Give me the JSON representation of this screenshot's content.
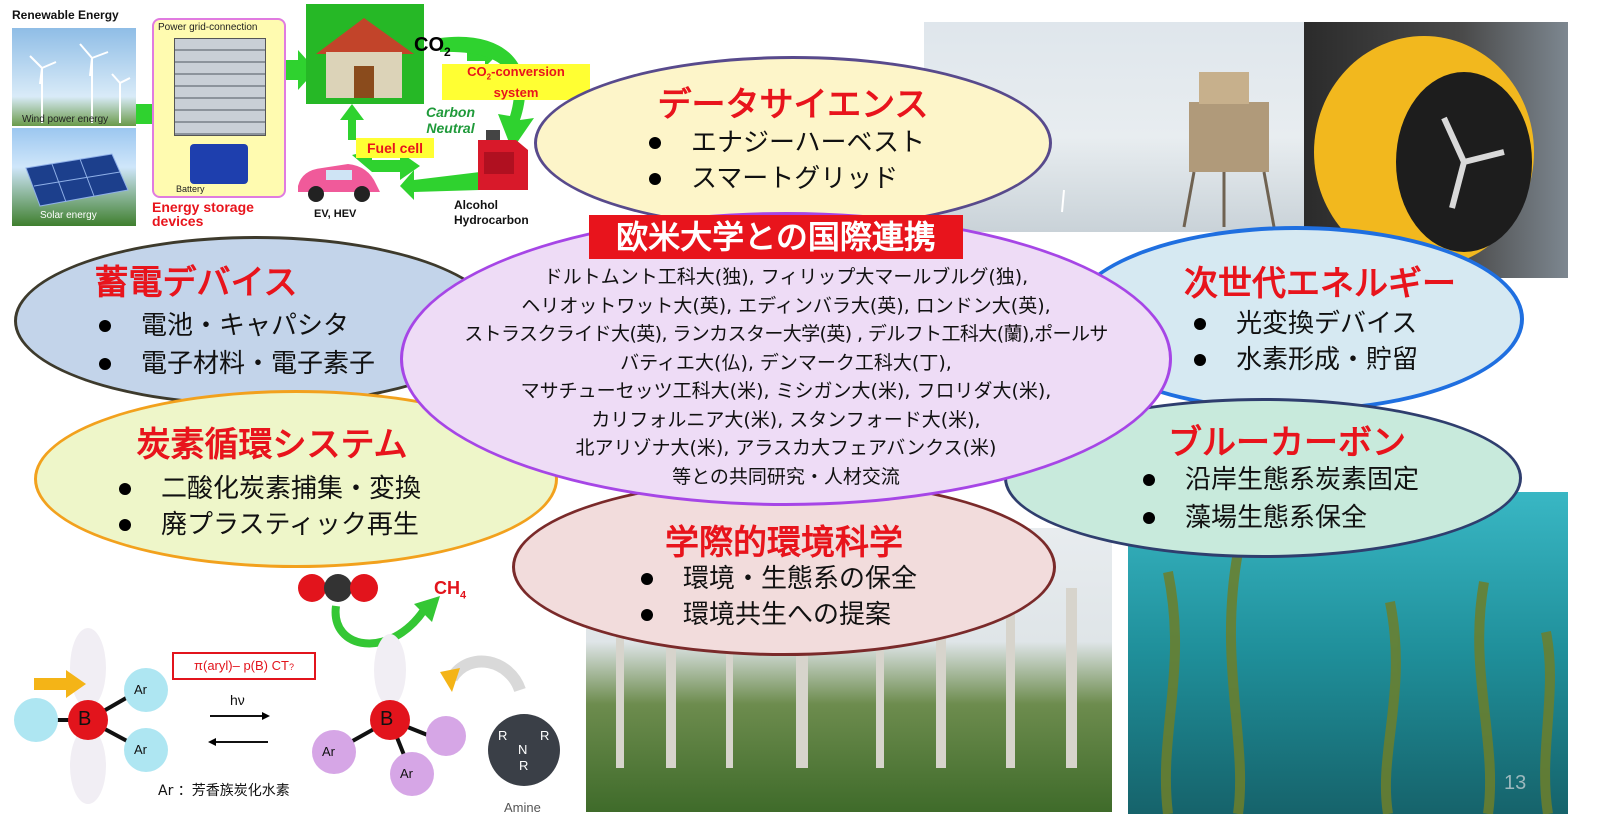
{
  "energy_diagram": {
    "renewable_energy": "Renewable Energy",
    "wind_power": "Wind power energy",
    "solar_energy": "Solar energy",
    "power_grid": "Power grid-connection",
    "battery": "Battery",
    "energy_storage": "Energy storage\ndevices",
    "co2": "CO",
    "co2_sub": "2",
    "co2_conversion_a": "CO",
    "co2_conversion_sub": "2",
    "co2_conversion_b": "-conversion",
    "co2_conversion_c": "system",
    "carbon_neutral": "Carbon\nNeutral",
    "fuel_cell": "Fuel cell",
    "ev_hev": "EV, HEV",
    "alcohol": "Alcohol\nHydrocarbon"
  },
  "data_science": {
    "title": "データサイエンス",
    "items": [
      "エナジーハーベスト",
      "スマートグリッド"
    ]
  },
  "storage_devices": {
    "title": "蓄電デバイス",
    "items": [
      "電池・キャパシタ",
      "電子材料・電子素子"
    ]
  },
  "carbon_cycle": {
    "title": "炭素循環システム",
    "items": [
      "二酸化炭素捕集・変換",
      "廃プラスティック再生"
    ]
  },
  "international": {
    "title": "欧米大学との国際連携",
    "lines": [
      "ドルトムント工科大(独), フィリップ大マールブルグ(独),",
      "ヘリオットワット大(英), エディンバラ大(英), ロンドン大(英),",
      "ストラスクライド大(英), ランカスター大学(英) , デルフト工科大(蘭),ポールサ",
      "バティエ大(仏), デンマーク工科大(丁),",
      "マサチューセッツ工科大(米), ミシガン大(米), フロリダ大(米),",
      "カリフォルニア大(米), スタンフォード大(米),",
      "北アリゾナ大(米), アラスカ大フェアバンクス(米)",
      "等との共同研究・人材交流"
    ]
  },
  "next_energy": {
    "title": "次世代エネルギー",
    "items": [
      "光変換デバイス",
      "水素形成・貯留"
    ]
  },
  "blue_carbon": {
    "title": "ブルーカーボン",
    "items": [
      "沿岸生態系炭素固定",
      "藻場生態系保全"
    ]
  },
  "env_science": {
    "title": "学際的環境科学",
    "items": [
      "環境・生態系の保全",
      "環境共生への提案"
    ]
  },
  "chem_diagram": {
    "ch4": "CH",
    "ch4_sub": "4",
    "ct_label": "π(aryl)– p(B) CT",
    "ct_mark": "?",
    "hv": "hν",
    "ar": "Ar",
    "b": "B",
    "ar_note": "Ar ：芳香族炭化水素",
    "amine": "Amine",
    "r": "R",
    "n": "N"
  },
  "page_number": "13",
  "colors": {
    "title_red": "#e8141c",
    "data_science_fill": "#fdf5c9",
    "storage_fill": "#c3d4ea",
    "carbon_fill": "#eef6c9",
    "international_fill": "#eedcf6",
    "next_energy_fill": "#d6e9f2",
    "blue_carbon_fill": "#c8eadc",
    "env_fill": "#f2dcdc"
  }
}
